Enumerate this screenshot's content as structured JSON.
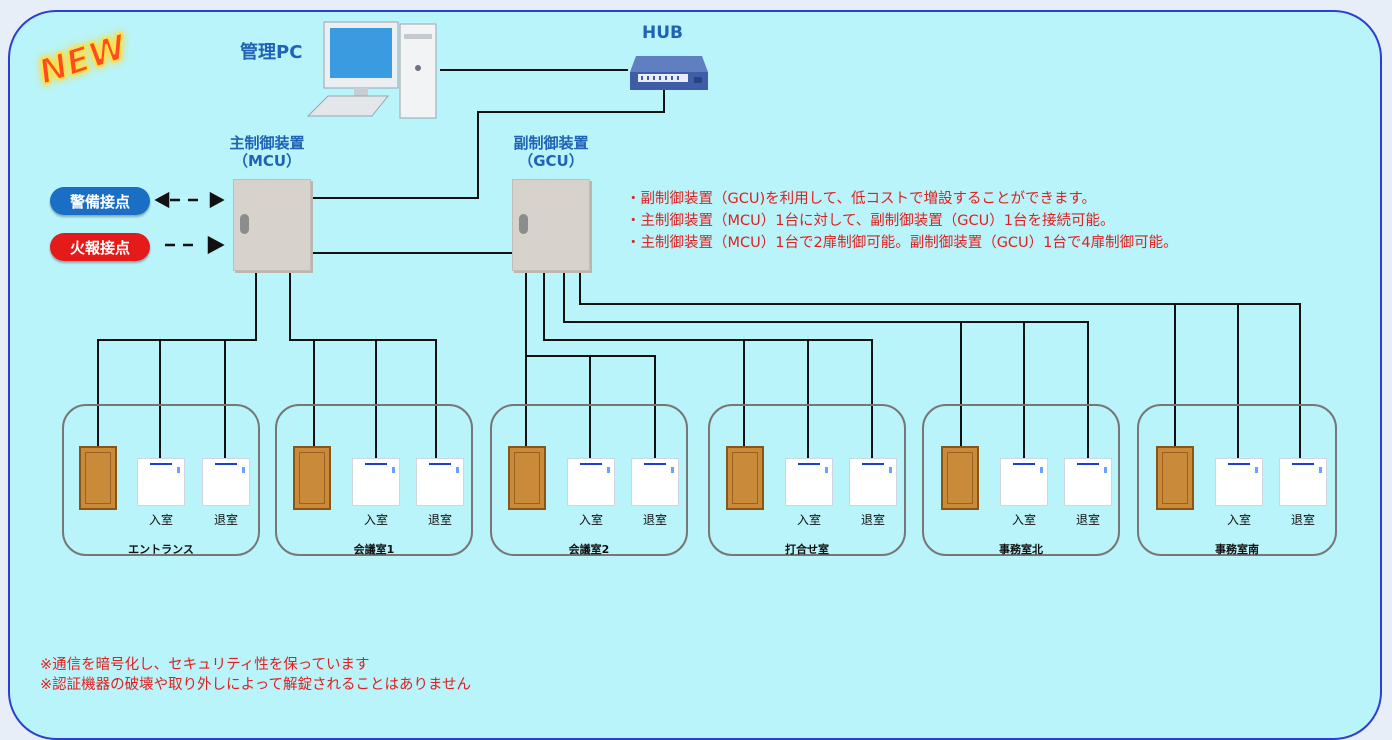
{
  "badge": {
    "new": "NEW"
  },
  "pc": {
    "label": "管理PC"
  },
  "hub": {
    "label": "HUB"
  },
  "mcu": {
    "line1": "主制御装置",
    "line2": "（MCU）"
  },
  "gcu": {
    "line1": "副制御装置",
    "line2": "（GCU）"
  },
  "contacts": {
    "security": "警備接点",
    "fire": "火報接点"
  },
  "notes": [
    "・副制御装置（GCU)を利用して、低コストで増設することができます。",
    "・主制御装置（MCU）1台に対して、副制御装置（GCU）1台を接続可能。",
    "・主制御装置（MCU）1台で2扉制御可能。副制御装置（GCU）1台で4扉制御可能。"
  ],
  "reader_labels": {
    "enter": "入室",
    "exit": "退室"
  },
  "rooms": [
    "エントランス",
    "会議室1",
    "会議室2",
    "打合せ室",
    "事務室北",
    "事務室南"
  ],
  "footer": [
    "※通信を暗号化し、セキュリティ性を保っています",
    "※認証機器の破壊や取り外しによって解錠されることはありません"
  ],
  "colors": {
    "background": "#b9f4fa",
    "border": "#2c3fd1",
    "label_blue": "#1e63b5",
    "note_red": "#e02020",
    "security_pill": "#1a6fc4",
    "fire_pill": "#e51a1a"
  }
}
